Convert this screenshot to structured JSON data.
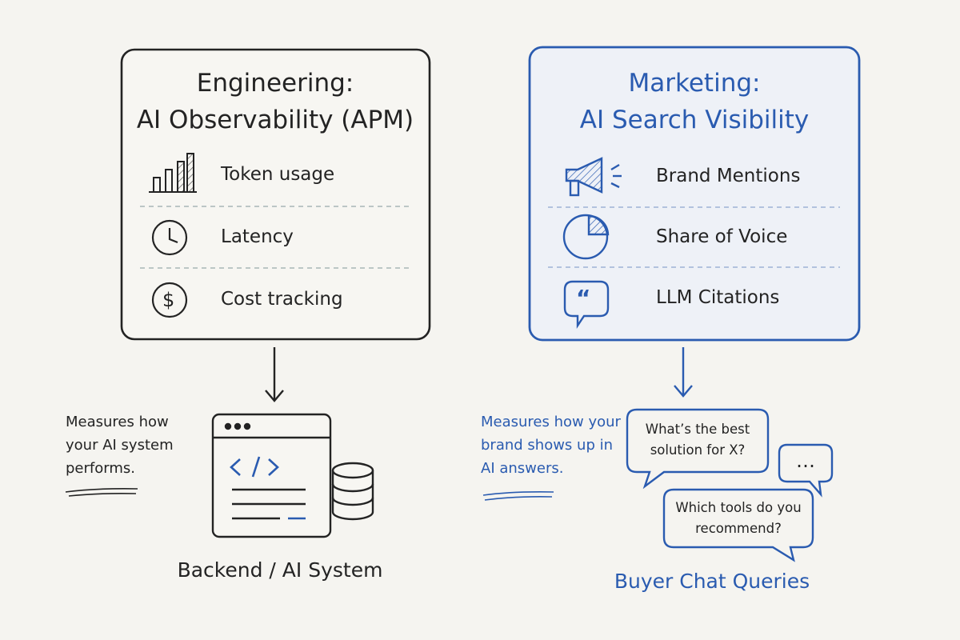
{
  "engineering": {
    "title_line1": "Engineering:",
    "title_line2": "AI Observability (APM)",
    "items": [
      {
        "icon": "bar-chart-icon",
        "label": "Token usage"
      },
      {
        "icon": "clock-icon",
        "label": "Latency"
      },
      {
        "icon": "dollar-icon",
        "label": "Cost tracking"
      }
    ],
    "note": "Measures how your AI system performs.",
    "caption": "Backend / AI System"
  },
  "marketing": {
    "title_line1": "Marketing:",
    "title_line2": "AI Search Visibility",
    "items": [
      {
        "icon": "megaphone-icon",
        "label": "Brand Mentions"
      },
      {
        "icon": "pie-chart-icon",
        "label": "Share of Voice"
      },
      {
        "icon": "quote-bubble-icon",
        "label": "LLM Citations"
      }
    ],
    "note": "Measures how your brand shows up in AI answers.",
    "caption": "Buyer Chat Queries",
    "bubbles": [
      "What’s the best solution for X?",
      "…",
      "Which tools do you recommend?"
    ]
  },
  "colors": {
    "ink": "#232323",
    "accent": "#2a5bb0",
    "background": "#f5f4f0",
    "panel": "#eef1f7"
  }
}
